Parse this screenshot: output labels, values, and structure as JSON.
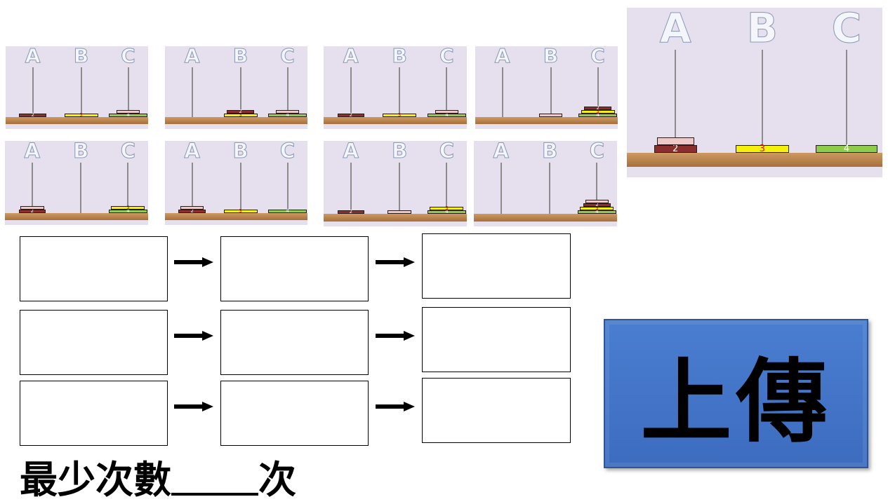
{
  "peg_labels": [
    "A",
    "B",
    "C"
  ],
  "thumbnails": [
    {
      "pegs": [
        [
          2
        ],
        [
          3
        ],
        [
          1,
          4
        ]
      ]
    },
    {
      "pegs": [
        [],
        [
          2,
          3
        ],
        [
          1,
          4
        ]
      ]
    },
    {
      "pegs": [
        [
          2
        ],
        [
          3
        ],
        [
          1,
          4
        ]
      ]
    },
    {
      "pegs": [
        [],
        [
          1
        ],
        [
          2,
          3,
          4
        ]
      ]
    },
    {
      "pegs": [
        [
          1,
          2
        ],
        [],
        [
          3,
          4
        ]
      ]
    },
    {
      "pegs": [
        [
          1,
          2
        ],
        [
          3
        ],
        [
          4
        ]
      ]
    },
    {
      "pegs": [
        [
          2
        ],
        [
          1
        ],
        [
          3,
          4
        ]
      ]
    },
    {
      "pegs": [
        [],
        [],
        [
          1,
          2,
          3,
          4
        ]
      ]
    }
  ],
  "start_state": {
    "pegs": [
      [
        1,
        2
      ],
      [
        3
      ],
      [
        4
      ]
    ]
  },
  "disk_numbers": {
    "1": "",
    "2": "2",
    "3": "3",
    "4": "4"
  },
  "disk_colors": {
    "1": "#efc8c8",
    "2": "#8a2e2e",
    "3": "#f5f10a",
    "4": "#8fcc4e"
  },
  "answer_rows": [
    [
      "",
      "",
      ""
    ],
    [
      "",
      "",
      ""
    ],
    [
      "",
      "",
      ""
    ]
  ],
  "upload_label": "上傳",
  "min_moves": {
    "prefix": "最少次數",
    "value": "",
    "suffix": "次"
  }
}
